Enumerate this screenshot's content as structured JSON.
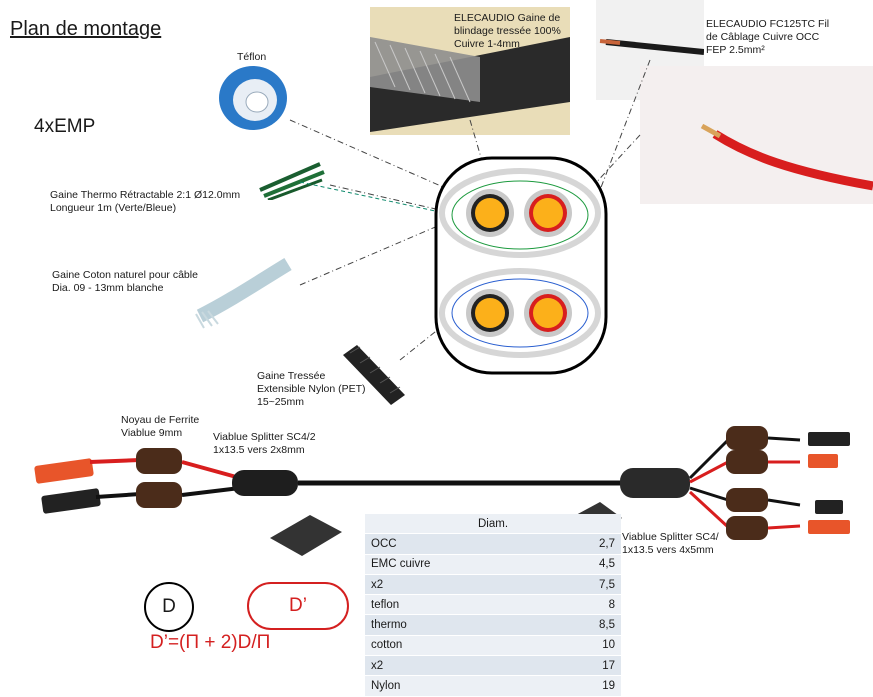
{
  "title": "Plan de montage",
  "count_label": "4xEMP",
  "labels": {
    "teflon": "Téflon",
    "shield": "ELECAUDIO Gaine de\nblindage tressée 100%\nCuivre 1-4mm",
    "wire": "ELECAUDIO FC125TC Fil\nde Câblage Cuivre OCC\nFEP 2.5mm²",
    "heatshrink": "Gaine Thermo Rétractable 2:1 Ø12.0mm\nLongueur 1m (Verte/Bleue)",
    "cotton": "Gaine Coton naturel pour câble\nDia. 09 - 13mm blanche",
    "braided": "Gaine Tressée\nExtensible Nylon (PET)\n15~25mm",
    "ferrite": "Noyau de Ferrite\nViablue 9mm",
    "splitter_left": "Viablue Splitter SC4/2\n1x13.5 vers 2x8mm",
    "splitter_right": "Viablue Splitter SC4/\n1x13.5 vers 4x5mm"
  },
  "diam_table": {
    "header": "Diam.",
    "rows": [
      {
        "name": "OCC",
        "value": "2,7"
      },
      {
        "name": "EMC cuivre",
        "value": "4,5"
      },
      {
        "name": "x2",
        "value": "7,5"
      },
      {
        "name": "teflon",
        "value": "8"
      },
      {
        "name": "thermo",
        "value": "8,5"
      },
      {
        "name": "cotton",
        "value": "10"
      },
      {
        "name": "x2",
        "value": "17"
      },
      {
        "name": "Nylon",
        "value": "19"
      }
    ]
  },
  "formula": {
    "circle_label": "D",
    "oval_label": "D’",
    "equation": "D’=(Π + 2)D/Π"
  },
  "colors": {
    "red_wire": "#d81e1e",
    "core_orange": "#fcb01a",
    "formula_red": "#d42020"
  }
}
